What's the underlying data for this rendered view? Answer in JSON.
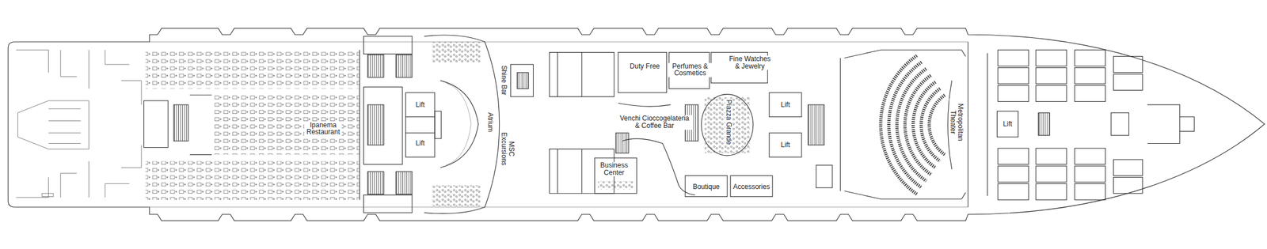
{
  "diagram": {
    "labels": [
      "Ipanema Restaurant",
      "Lift",
      "Lift",
      "Shine Bar",
      "Atrium",
      "MSC Excursions",
      "Duty Free",
      "Perfumes & Cosmetics",
      "Fine Watches & Jewelry",
      "Venchi Cioccogelateria & Coffee Bar",
      "Business Center",
      "Piazza Grande",
      "Boutique",
      "Accessories",
      "Lift",
      "Lift",
      "Metropolitan Theater",
      "Lift"
    ]
  }
}
